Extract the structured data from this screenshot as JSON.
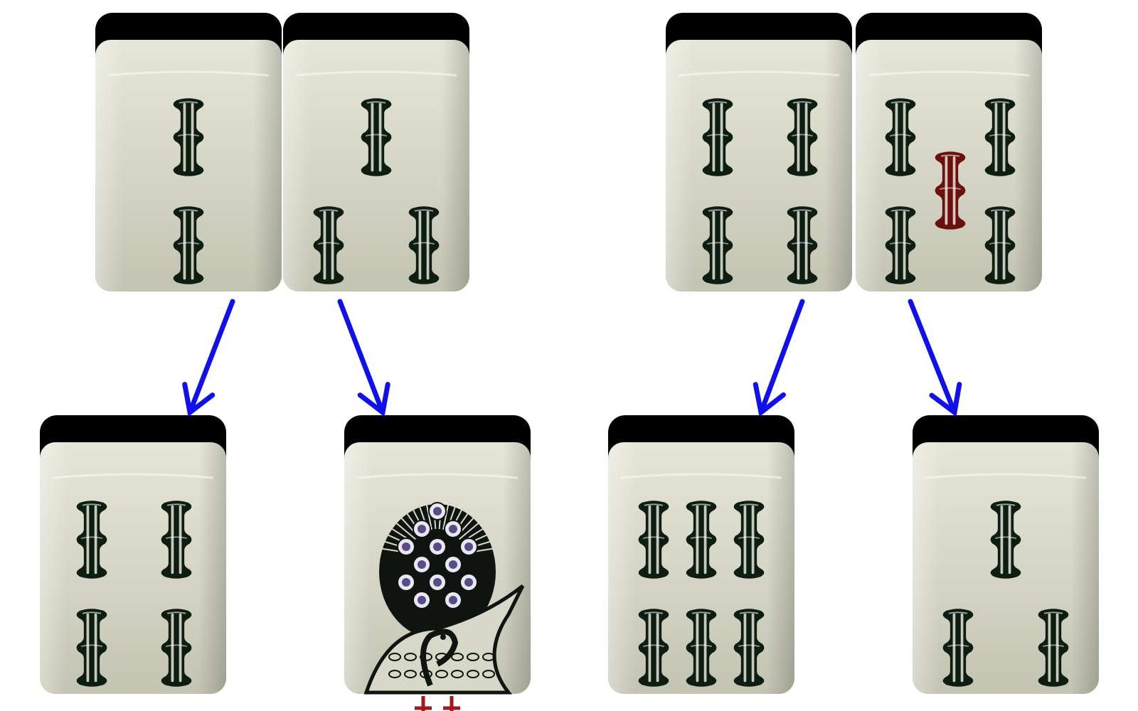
{
  "colors": {
    "background": "#ffffff",
    "tile_face": "#d8d8c8",
    "tile_back": "#000000",
    "bamboo_green": "#0d1d12",
    "bamboo_red": "#6b0f0f",
    "arrow": "#1010ee"
  },
  "tiles": [
    {
      "name": "tile-top-bamboo-2",
      "suit": "bamboo",
      "rank": 2,
      "bamboo_count": 2
    },
    {
      "name": "tile-top-bamboo-3",
      "suit": "bamboo",
      "rank": 3,
      "bamboo_count": 3
    },
    {
      "name": "tile-top-bamboo-4",
      "suit": "bamboo",
      "rank": 4,
      "bamboo_count": 4
    },
    {
      "name": "tile-top-bamboo-5",
      "suit": "bamboo",
      "rank": 5,
      "bamboo_count": 5,
      "red_center": true
    },
    {
      "name": "tile-bottom-bamboo-4",
      "suit": "bamboo",
      "rank": 4,
      "bamboo_count": 4
    },
    {
      "name": "tile-bottom-bamboo-1-peacock",
      "suit": "bamboo",
      "rank": 1,
      "motif": "peacock-icon"
    },
    {
      "name": "tile-bottom-bamboo-6",
      "suit": "bamboo",
      "rank": 6,
      "bamboo_count": 6
    },
    {
      "name": "tile-bottom-bamboo-3",
      "suit": "bamboo",
      "rank": 3,
      "bamboo_count": 3
    }
  ],
  "arrows": [
    {
      "name": "arrow-2-to-4",
      "from": "tile-top-bamboo-2",
      "to": "tile-bottom-bamboo-4"
    },
    {
      "name": "arrow-3-to-1",
      "from": "tile-top-bamboo-3",
      "to": "tile-bottom-bamboo-1-peacock"
    },
    {
      "name": "arrow-4-to-6",
      "from": "tile-top-bamboo-4",
      "to": "tile-bottom-bamboo-6"
    },
    {
      "name": "arrow-5-to-3",
      "from": "tile-top-bamboo-5",
      "to": "tile-bottom-bamboo-3"
    }
  ]
}
